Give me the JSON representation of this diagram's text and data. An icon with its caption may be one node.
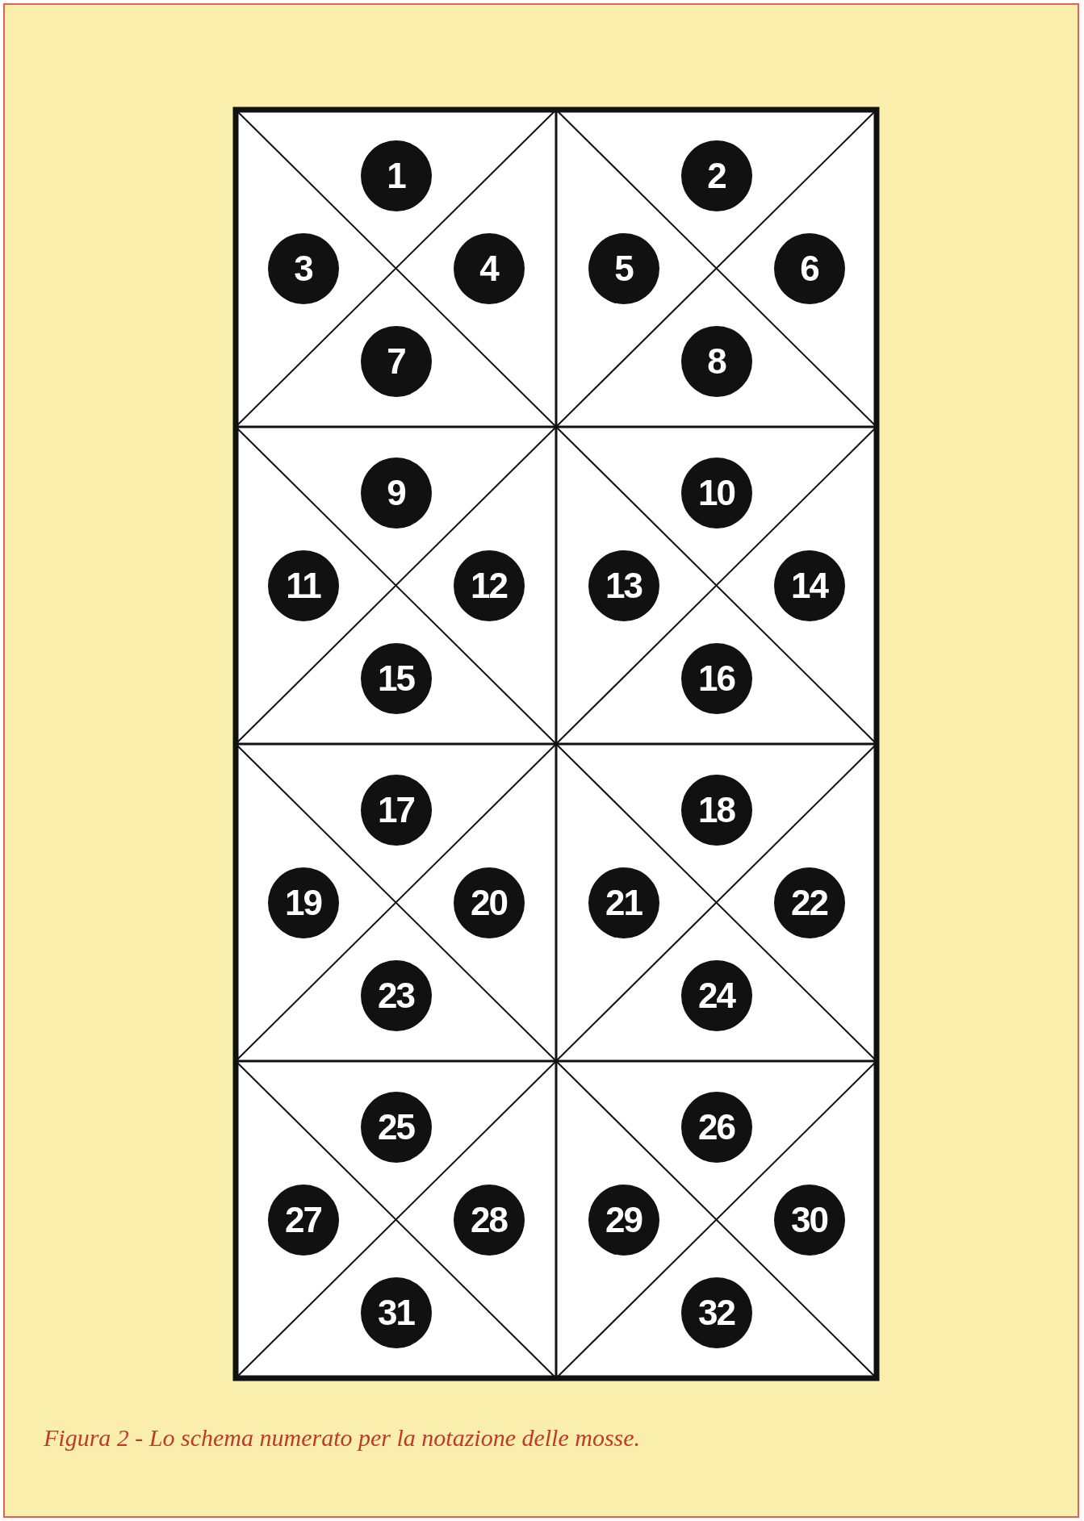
{
  "diagram": {
    "caption": "Figura 2 - Lo schema numerato per la notazione delle mosse.",
    "nodes": [
      {
        "text": [
          "1"
        ]
      },
      {
        "text": [
          "2"
        ]
      },
      {
        "text": [
          "3"
        ]
      },
      {
        "text": [
          "4"
        ]
      },
      {
        "text": [
          "5"
        ]
      },
      {
        "text": [
          "6"
        ]
      },
      {
        "text": [
          "7"
        ]
      },
      {
        "text": [
          "8"
        ]
      },
      {
        "text": [
          "9"
        ]
      },
      {
        "text": [
          "10"
        ]
      },
      {
        "text": [
          "11"
        ]
      },
      {
        "text": [
          "12"
        ]
      },
      {
        "text": [
          "13"
        ]
      },
      {
        "text": [
          "14"
        ]
      },
      {
        "text": [
          "15"
        ]
      },
      {
        "text": [
          "16"
        ]
      },
      {
        "text": [
          "17"
        ]
      },
      {
        "text": [
          "18"
        ]
      },
      {
        "text": [
          "19"
        ]
      },
      {
        "text": [
          "20"
        ]
      },
      {
        "text": [
          "21"
        ]
      },
      {
        "text": [
          "22"
        ]
      },
      {
        "text": [
          "23"
        ]
      },
      {
        "text": [
          "24"
        ]
      },
      {
        "text": [
          "25"
        ]
      },
      {
        "text": [
          "26"
        ]
      },
      {
        "text": [
          "27"
        ]
      },
      {
        "text": [
          "28"
        ]
      },
      {
        "text": [
          "29"
        ]
      },
      {
        "text": [
          "30"
        ]
      },
      {
        "text": [
          "31"
        ]
      },
      {
        "text": [
          "32"
        ]
      }
    ],
    "edges": []
  }
}
